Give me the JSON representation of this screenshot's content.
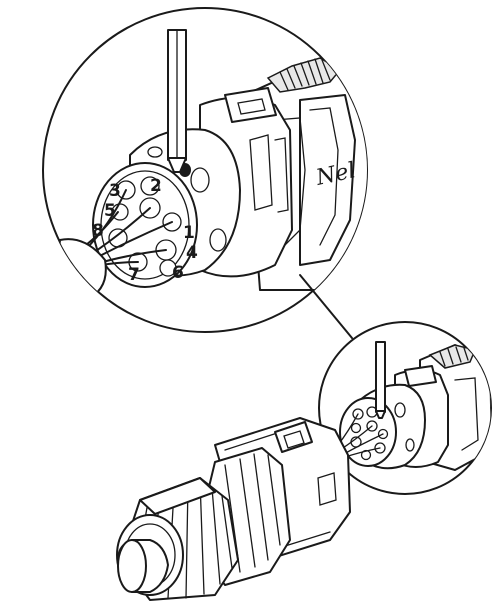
{
  "diagram": {
    "pin_labels": [
      "1",
      "2",
      "3",
      "4",
      "5",
      "6",
      "7",
      "8"
    ],
    "brand_mark": "Nel"
  }
}
